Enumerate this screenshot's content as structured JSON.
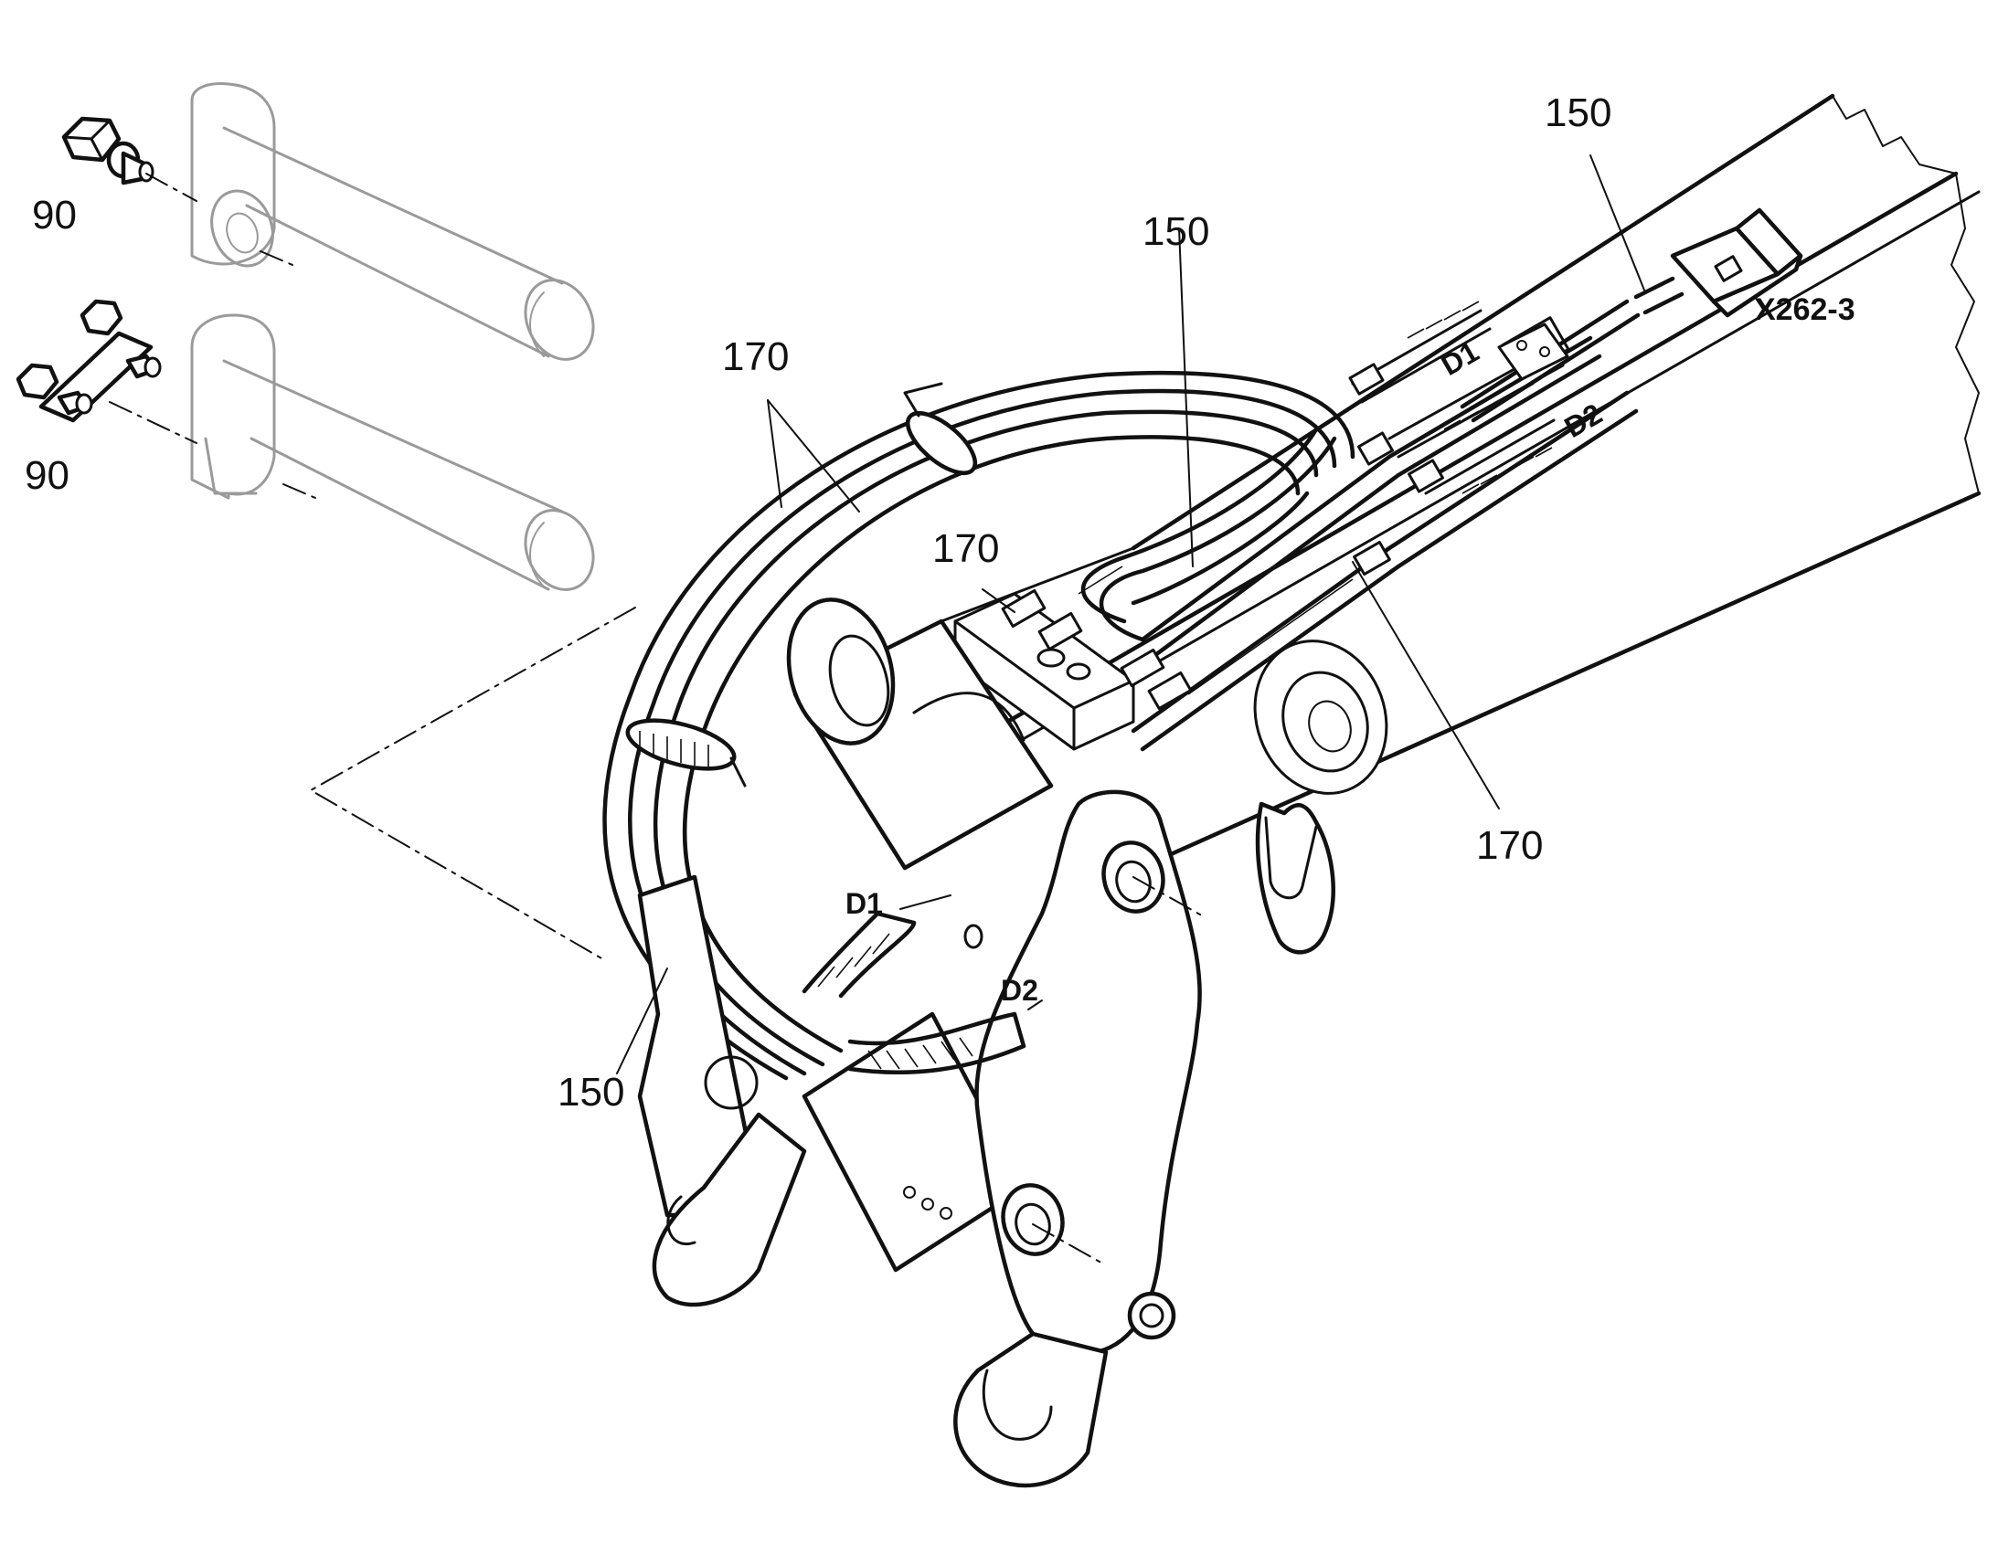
{
  "labels": {
    "bolt_kit_upper": "90",
    "bolt_kit_lower": "90",
    "hose_loop": "170",
    "manifold_block": "170",
    "hose_lower_right": "170",
    "harness_top": "150",
    "harness_middle": "150",
    "harness_lower_left": "150",
    "connector": "X262-3",
    "boom_port_d1": "D1",
    "boom_port_d2": "D2",
    "coupler_port_d1": "D1",
    "coupler_port_d2": "D2"
  },
  "icons": {
    "bolt": "hex-bolt-icon",
    "clamp": "bolt-clamp-icon",
    "pin": "pivot-pin-icon",
    "connector": "electrical-connector-icon",
    "coupler": "quick-coupler-icon"
  },
  "colors": {
    "line": "#111111",
    "ghost_line": "#9a9a9a",
    "background": "#ffffff"
  }
}
